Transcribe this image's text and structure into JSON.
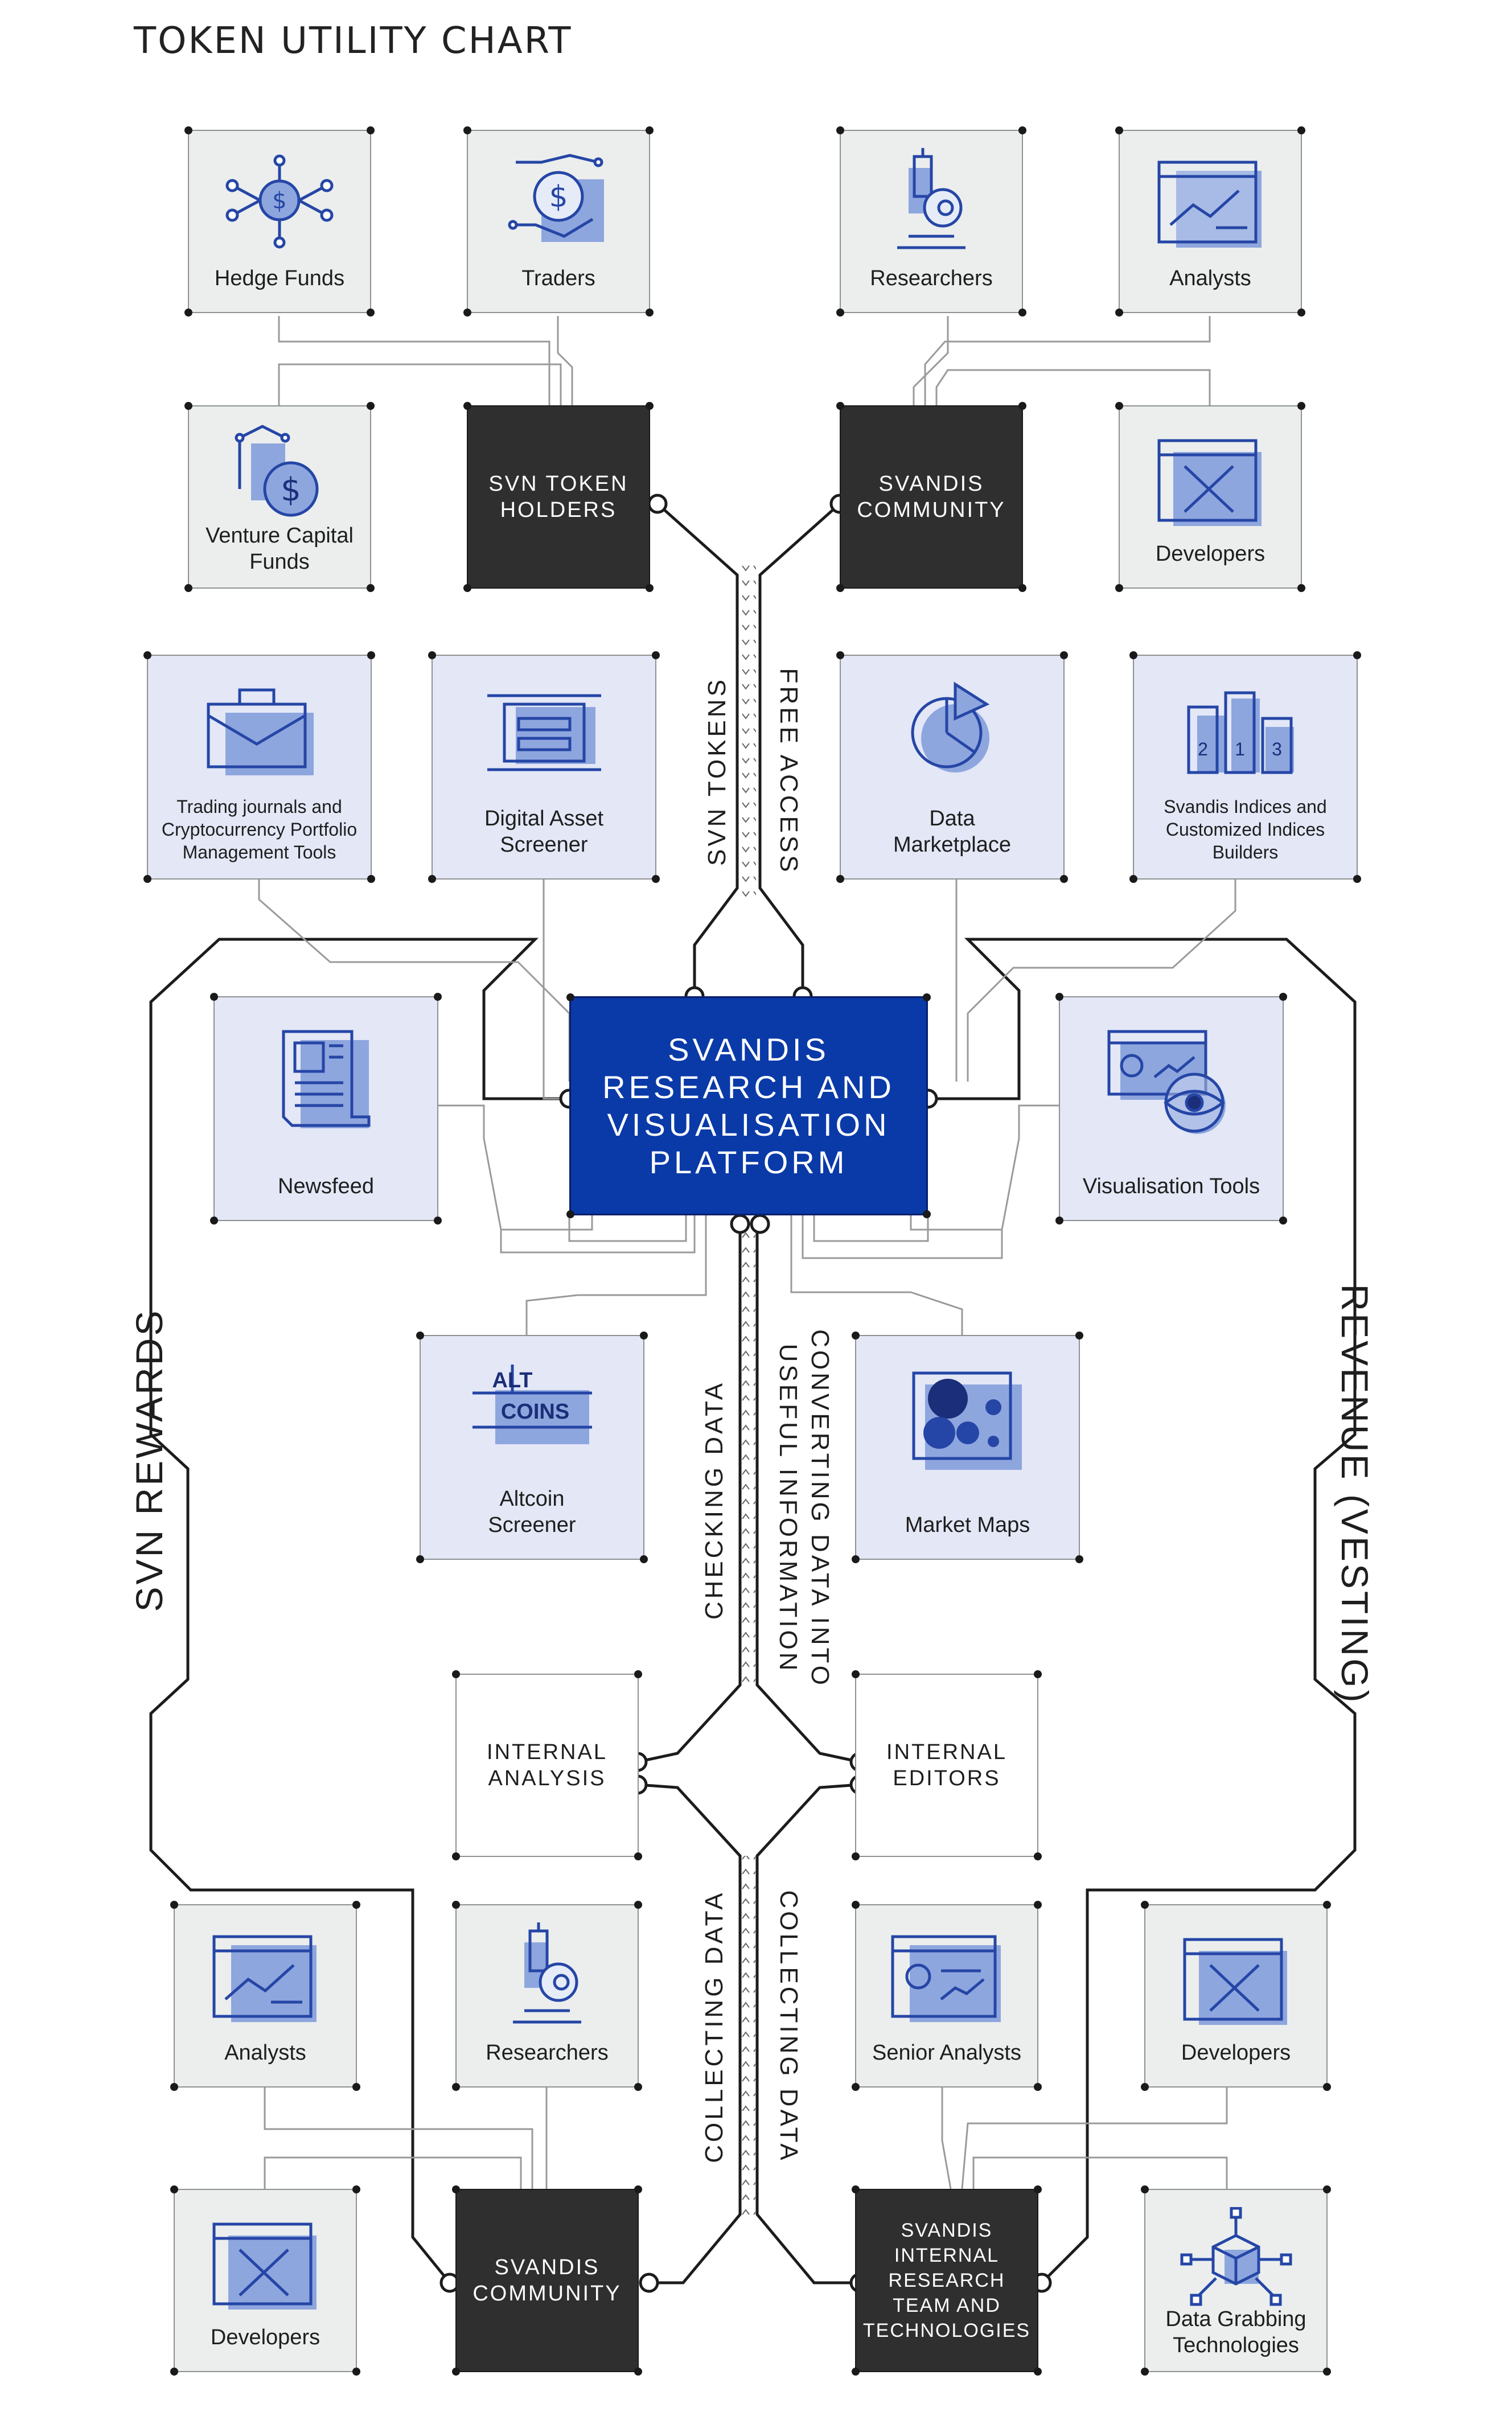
{
  "title": "TOKEN UTILITY CHART",
  "colors": {
    "dark_box": "#2f2f2f",
    "platform_blue": "#0a3aa8",
    "icon_blue": "#2546a6",
    "icon_fill": "#8ea6de",
    "grey_box": "#ebeeed",
    "lavender_box": "#e3e7f6"
  },
  "top_stakeholders": {
    "hedge_funds": {
      "label": "Hedge Funds",
      "icon": "network-dollar-icon"
    },
    "traders": {
      "label": "Traders",
      "icon": "hand-coin-icon"
    },
    "venture_capital": {
      "label": "Venture Capital\nFunds",
      "icon": "growth-coin-icon"
    },
    "researchers": {
      "label": "Researchers",
      "icon": "microscope-icon"
    },
    "analysts": {
      "label": "Analysts",
      "icon": "analytics-chart-icon"
    },
    "developers": {
      "label": "Developers",
      "icon": "design-tools-icon"
    }
  },
  "hubs": {
    "svn_token_holders": "SVN TOKEN\nHOLDERS",
    "svandis_community_top": "SVANDIS\nCOMMUNITY",
    "svandis_community_bottom": "SVANDIS\nCOMMUNITY",
    "internal_team": "SVANDIS\nINTERNAL\nRESEARCH\nTEAM AND\nTECHNOLOGIES",
    "internal_analysis": "INTERNAL\nANALYSIS",
    "internal_editors": "INTERNAL\nEDITORS"
  },
  "platform": "SVANDIS\nRESEARCH AND\nVISUALISATION\nPLATFORM",
  "tools": {
    "trading_journals": {
      "label": "Trading journals and\nCryptocurrency Portfolio\nManagement Tools",
      "icon": "briefcase-icon"
    },
    "digital_asset_screener": {
      "label": "Digital Asset\nScreener",
      "icon": "screener-icon"
    },
    "data_marketplace": {
      "label": "Data\nMarketplace",
      "icon": "pie-chart-icon"
    },
    "indices_builders": {
      "label": "Svandis Indices and\nCustomized Indices\nBuilders",
      "icon": "ranking-bars-icon",
      "ranks": [
        "2",
        "1",
        "3"
      ]
    },
    "newsfeed": {
      "label": "Newsfeed",
      "icon": "newspaper-icon"
    },
    "visualisation_tools": {
      "label": "Visualisation Tools",
      "icon": "eye-dashboard-icon"
    },
    "altcoin_screener": {
      "label": "Altcoin\nScreener",
      "icon": "altcoin-icon",
      "badge_top": "ALT",
      "badge_bottom": "COINS"
    },
    "market_maps": {
      "label": "Market Maps",
      "icon": "bubble-map-icon"
    }
  },
  "bottom_stakeholders": {
    "analysts": {
      "label": "Analysts",
      "icon": "analytics-chart-icon"
    },
    "researchers": {
      "label": "Researchers",
      "icon": "microscope-icon"
    },
    "developers_left": {
      "label": "Developers",
      "icon": "design-tools-icon"
    },
    "senior_analysts": {
      "label": "Senior Analysts",
      "icon": "dashboard-chart-icon"
    },
    "developers_right": {
      "label": "Developers",
      "icon": "design-tools-icon"
    },
    "data_grabbing": {
      "label": "Data Grabbing\nTechnologies",
      "icon": "cube-network-icon"
    }
  },
  "flows": {
    "svn_tokens": "SVN TOKENS",
    "free_access": "FREE ACCESS",
    "checking_data": "CHECKING DATA",
    "converting_data": "CONVERTING DATA INTO\nUSEFUL INFORMATION",
    "collecting_data_left": "COLLECTING DATA",
    "collecting_data_right": "COLLECTING DATA",
    "svn_rewards": "SVN REWARDS",
    "revenue_vesting": "REVENUE (VESTING)"
  }
}
